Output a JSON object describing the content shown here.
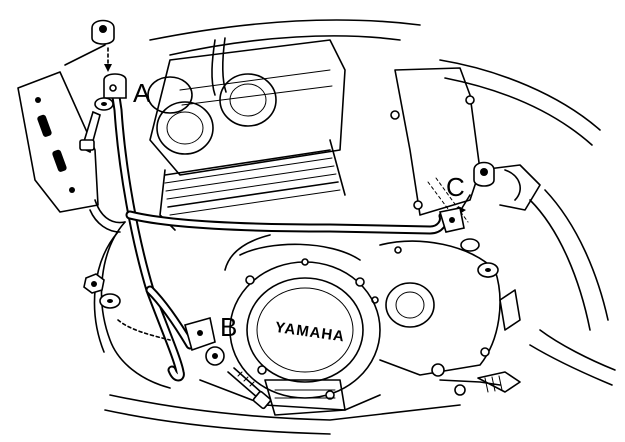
{
  "labels": {
    "a": "A",
    "b": "B",
    "c": "C"
  },
  "engine": {
    "cover_stamp": "YAMAHA"
  }
}
